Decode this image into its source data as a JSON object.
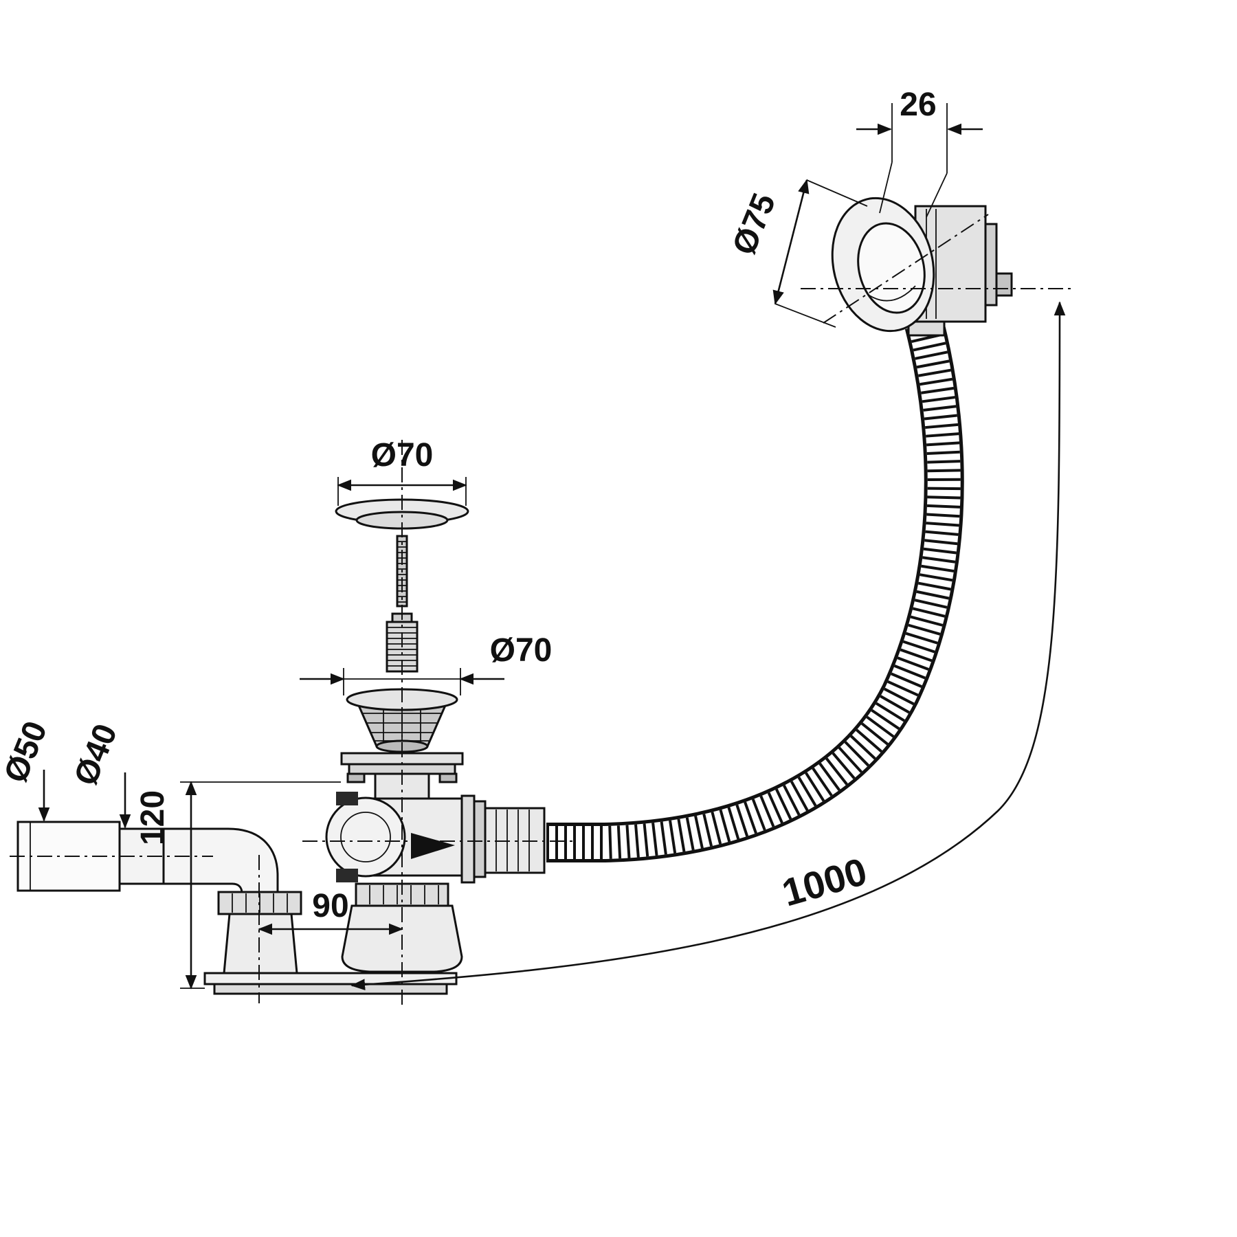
{
  "drawing": {
    "colors": {
      "line": "#111111",
      "background": "#ffffff",
      "fill_light": "#f2f2f2",
      "fill_dark": "#2a2a2a"
    },
    "labels": {
      "overflow_cap_width": "26",
      "overflow_cap_diameter": "Ø75",
      "plug_cap_diameter": "Ø70",
      "strainer_diameter": "Ø70",
      "outlet_sleeve_diameter": "Ø50",
      "outlet_pipe_diameter": "Ø40",
      "drain_height": "120",
      "drain_offset": "90",
      "hose_length": "1000"
    }
  }
}
